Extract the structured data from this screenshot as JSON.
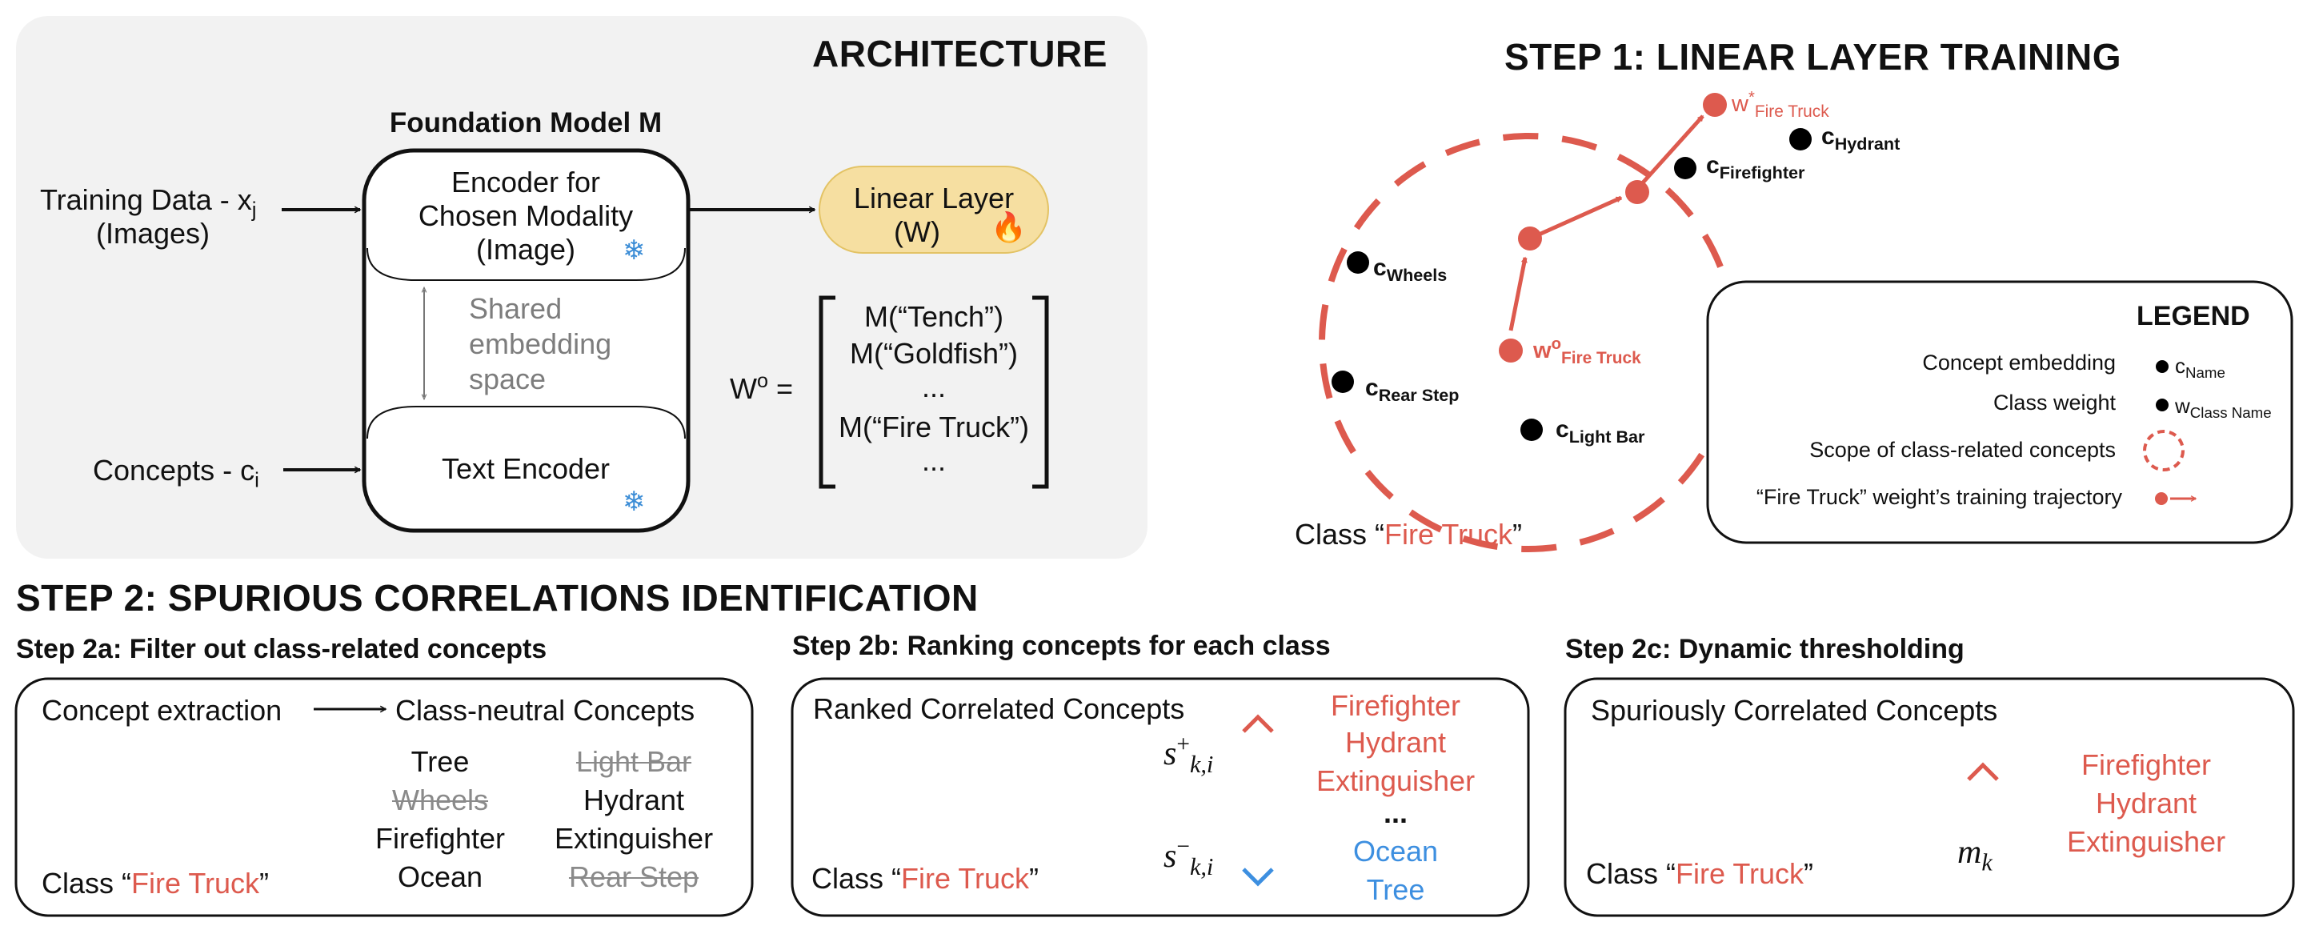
{
  "architecture": {
    "title": "ARCHITECTURE",
    "foundation_model_title": "Foundation Model M",
    "encoder_label": [
      "Encoder for",
      "Chosen Modality",
      "(Image)"
    ],
    "shared_space_label": [
      "Shared",
      "embedding",
      "space"
    ],
    "text_encoder_label": "Text Encoder",
    "training_data_label": [
      "Training Data - x",
      "j",
      "(Images)"
    ],
    "concepts_label": [
      "Concepts - c",
      "i"
    ],
    "linear_layer_label": [
      "Linear Layer",
      "(W)"
    ],
    "w0_label": [
      "W",
      "o",
      " ="
    ],
    "matrix_rows": [
      "M(“Tench”)",
      "M(“Goldfish”)",
      "...",
      "M(“Fire Truck”)",
      "..."
    ],
    "snowflake_glyph": "❄",
    "fire_glyph": "🔥",
    "icons": [
      "snowflake-icon",
      "fire-icon"
    ]
  },
  "step1": {
    "title": "STEP 1: LINEAR LAYER TRAINING",
    "class_label": [
      "Class “",
      "Fire Truck",
      "”"
    ],
    "concepts": [
      {
        "base": "c",
        "sub": "Wheels"
      },
      {
        "base": "c",
        "sub": "Rear Step"
      },
      {
        "base": "c",
        "sub": "Light Bar"
      },
      {
        "base": "c",
        "sub": "Firefighter"
      },
      {
        "base": "c",
        "sub": "Hydrant"
      }
    ],
    "w_start": {
      "base": "w",
      "sup": "o",
      "sub": "Fire Truck"
    },
    "w_final": {
      "base": "w",
      "sup": "*",
      "sub": "Fire Truck"
    },
    "legend": {
      "title": "LEGEND",
      "items": [
        {
          "text": "Concept embedding",
          "sym_base": "c",
          "sym_sub": "Name"
        },
        {
          "text": "Class weight",
          "sym_base": "w",
          "sym_sub": "Class Name"
        },
        {
          "text": "Scope of class-related concepts"
        },
        {
          "text": "“Fire Truck” weight’s training trajectory"
        }
      ]
    },
    "colors": {
      "accent": "#dd5a4e",
      "black": "#000000",
      "blue": "#3d8fe0"
    }
  },
  "step2": {
    "title": "STEP 2: SPURIOUS CORRELATIONS IDENTIFICATION",
    "a": {
      "title": "Step 2a: Filter out class-related concepts",
      "extraction": "Concept extraction",
      "neutral": "Class-neutral Concepts",
      "col1": [
        "Tree",
        "Wheels",
        "Firefighter",
        "Ocean"
      ],
      "col2": [
        "Light Bar",
        "Hydrant",
        "Extinguisher",
        "Rear Step"
      ],
      "struck": [
        "Wheels",
        "Light Bar",
        "Rear Step"
      ],
      "class_label": [
        "Class “",
        "Fire Truck",
        "”"
      ]
    },
    "b": {
      "title": "Step 2b: Ranking concepts for each class",
      "heading": "Ranked Correlated Concepts",
      "s_plus": {
        "base": "s",
        "sup": "+",
        "sub": "k,i"
      },
      "s_minus": {
        "base": "s",
        "sup": "−",
        "sub": "k,i"
      },
      "positive": [
        "Firefighter",
        "Hydrant",
        "Extinguisher"
      ],
      "ellipsis": "...",
      "negative": [
        "Ocean",
        "Tree"
      ],
      "class_label": [
        "Class “",
        "Fire Truck",
        "”"
      ]
    },
    "c": {
      "title": "Step 2c: Dynamic thresholding",
      "heading": "Spuriously Correlated Concepts",
      "m_k": {
        "base": "m",
        "sub": "k"
      },
      "concepts": [
        "Firefighter",
        "Hydrant",
        "Extinguisher"
      ],
      "class_label": [
        "Class “",
        "Fire Truck",
        "”"
      ]
    }
  }
}
